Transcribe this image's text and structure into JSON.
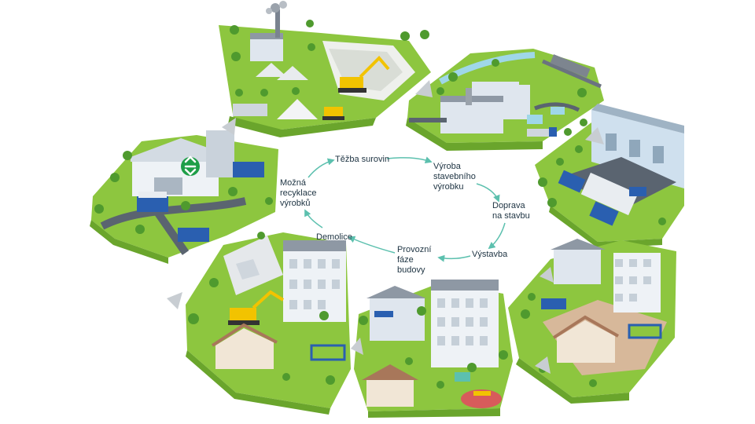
{
  "cycle": {
    "steps": [
      {
        "label": "Těžba surovin"
      },
      {
        "label": "Výroba\nstavebního\nvýrobku"
      },
      {
        "label": "Doprava\nna stavbu"
      },
      {
        "label": "Výstavba"
      },
      {
        "label": "Provozní\nfáze\nbudovy"
      },
      {
        "label": "Demolice"
      },
      {
        "label": "Možná\nrecyklace\nvýrobků"
      }
    ],
    "arrow_color": "#5cc0ae"
  },
  "colors": {
    "grass": "#8dc63f",
    "grass_dark": "#6aa52c",
    "road": "#5a6470",
    "building": "#dfe6ee",
    "roof": "#8e98a4",
    "truck": "#2a5fb0",
    "tree": "#4f9a2e",
    "recycle": "#1e9e48",
    "pointer": "#c8cdd2"
  },
  "icons": [
    "recycle-icon",
    "excavator-icon",
    "truck-icon"
  ]
}
